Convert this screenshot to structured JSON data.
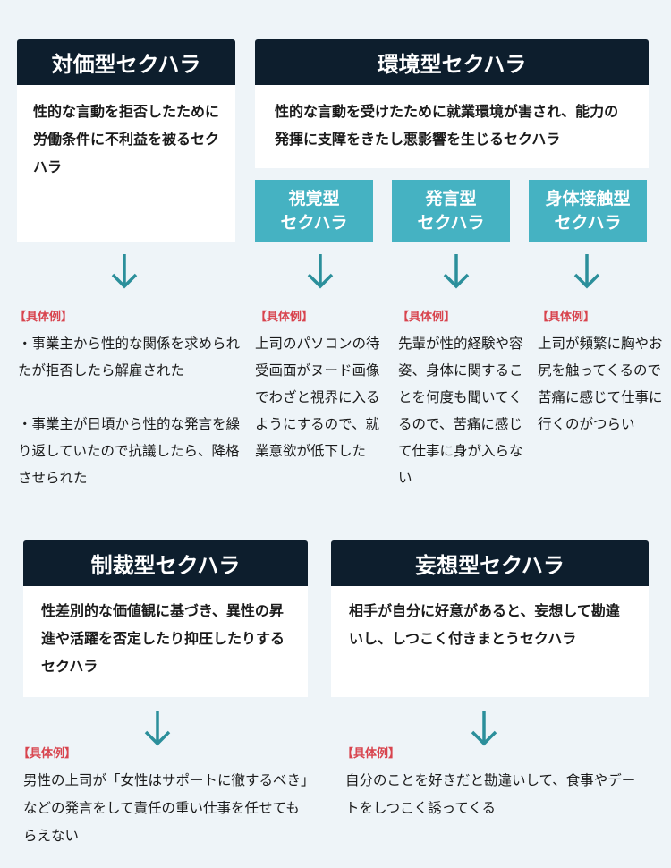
{
  "quid": {
    "title": "対価型セクハラ",
    "desc": "性的な言動を拒否したために労働条件に不利益を被るセクハラ",
    "example_label": "【具体例】",
    "examples": "・事業主から性的な関係を求められたが拒否したら解雇された\n\n・事業主が日頃から性的な発言を繰り返していたので抗議したら、降格させられた"
  },
  "env": {
    "title": "環境型セクハラ",
    "desc": "性的な言動を受けたために就業環境が害され、能力の発揮に支障をきたし悪影響を生じるセクハラ",
    "subs": [
      {
        "title": "視覚型\nセクハラ",
        "example_label": "【具体例】",
        "example": "上司のパソコンの待受画面がヌード画像でわざと視界に入るようにするので、就業意欲が低下した"
      },
      {
        "title": "発言型\nセクハラ",
        "example_label": "【具体例】",
        "example": "先輩が性的経験や容姿、身体に関することを何度も聞いてくるので、苦痛に感じて仕事に身が入らない"
      },
      {
        "title": "身体接触型\nセクハラ",
        "example_label": "【具体例】",
        "example": "上司が頻繁に胸やお尻を触ってくるので苦痛に感じて仕事に行くのがつらい"
      }
    ]
  },
  "sanction": {
    "title": "制裁型セクハラ",
    "desc": "性差別的な価値観に基づき、異性の昇進や活躍を否定したり抑圧したりするセクハラ",
    "example_label": "【具体例】",
    "example": "男性の上司が「女性はサポートに徹するべき」などの発言をして責任の重い仕事を任せてもらえない"
  },
  "delusion": {
    "title": "妄想型セクハラ",
    "desc": "相手が自分に好意があると、妄想して勘違いし、しつこく付きまとうセクハラ",
    "example_label": "【具体例】",
    "example": "自分のことを好きだと勘違いして、食事やデートをしつこく誘ってくる"
  },
  "colors": {
    "header": "#0d1e2d",
    "sub": "#45b2c2",
    "arrow": "#2b8f9b",
    "label": "#d8444e"
  }
}
